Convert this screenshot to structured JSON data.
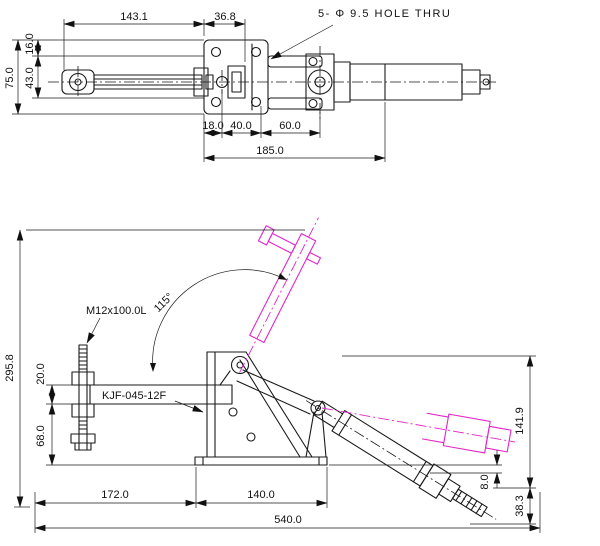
{
  "colors": {
    "line": "#1a1a1a",
    "phantom": "#e326c9",
    "background": "#ffffff"
  },
  "top": {
    "d143": "143.1",
    "d36": "36.8",
    "hole_note": "5- Φ 9.5 HOLE THRU",
    "d16": "16.0",
    "d43": "43.0",
    "d75": "75.0",
    "d18": "18.0",
    "d40": "40.0",
    "d60": "60.0",
    "d185": "185.0"
  },
  "side": {
    "angle": "115°",
    "spindle": "M12x100.0L",
    "model": "KJF-045-12F",
    "d295": "295.8",
    "d20": "20.0",
    "d68": "68.0",
    "d141": "141.9",
    "d8": "8.0",
    "d38": "38.3",
    "d172": "172.0",
    "d140": "140.0",
    "d540": "540.0"
  }
}
